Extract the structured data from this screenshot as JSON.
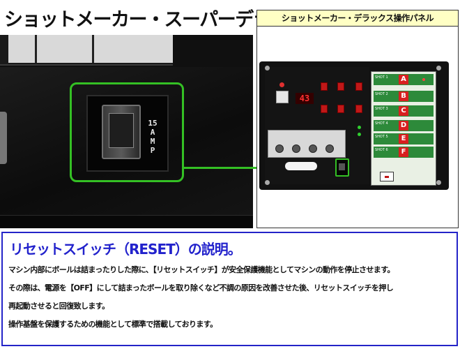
{
  "page": {
    "title": "ショットメーカー・スーパーデラックス"
  },
  "photo_left": {
    "switch_label_lines": [
      "15",
      "A",
      "M",
      "P"
    ]
  },
  "control_panel": {
    "heading": "ショットメーカー・デラックス操作パネル",
    "display_value": "43",
    "shots": [
      {
        "label": "SHOT 1",
        "letter": "A"
      },
      {
        "label": "SHOT 2",
        "letter": "B"
      },
      {
        "label": "SHOT 3",
        "letter": "C"
      },
      {
        "label": "SHOT 4",
        "letter": "D"
      },
      {
        "label": "SHOT 5",
        "letter": "E"
      },
      {
        "label": "SHOT 6",
        "letter": "F"
      }
    ]
  },
  "explanation": {
    "title": "リセットスイッチ（RESET）の説明。",
    "lines": [
      "マシン内部にボールは詰まったりした際に、【リセットスイッチ】が安全保護機能としてマシンの動作を停止させます。",
      "その際は、電源を【OFF】にして詰まったボールを取り除くなど不調の原因を改善させた後、リセットスイッチを押し",
      "再起動させると回復致します。",
      "操作基盤を保護するための機能として標準で搭載しております。"
    ]
  },
  "colors": {
    "highlight_green": "#34c024",
    "title_blue": "#2222cc",
    "heading_yellow": "#ffffc4"
  }
}
